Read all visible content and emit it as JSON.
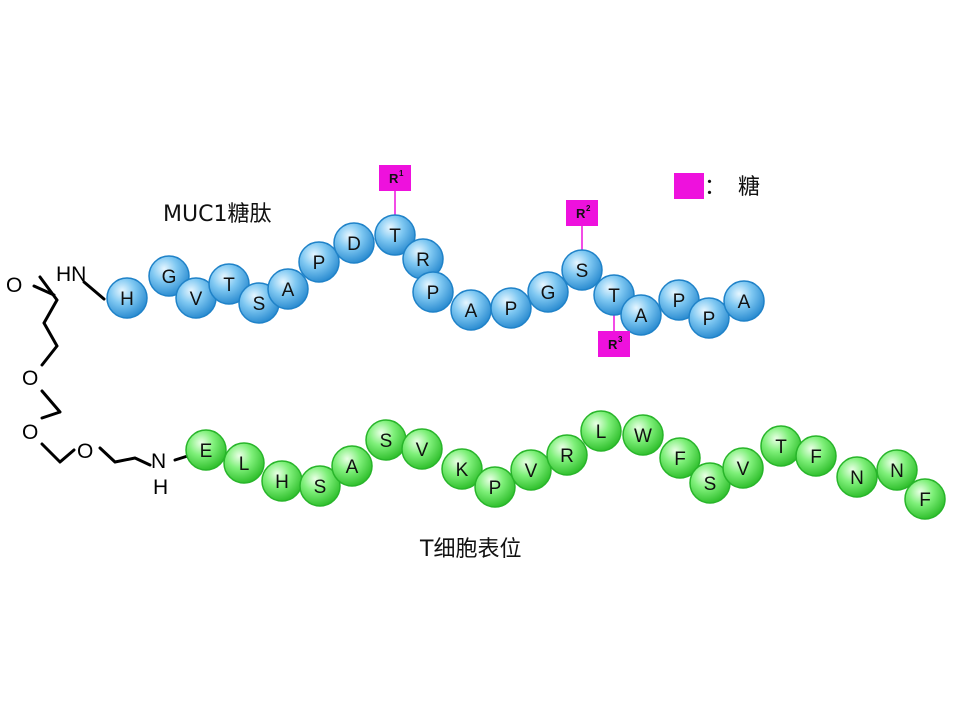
{
  "labels": {
    "muc1": "MUC1糖肽",
    "tcell": "T细胞表位",
    "legend_colon": "：",
    "legend_text": "糖"
  },
  "linker": {
    "o1": "O",
    "hn": "HN",
    "o2": "O",
    "o3": "O",
    "o4": "O",
    "n": "N",
    "h": "H"
  },
  "muc1_residues": [
    "H",
    "G",
    "V",
    "T",
    "S",
    "A",
    "P",
    "D",
    "T",
    "R",
    "P",
    "A",
    "P",
    "G",
    "S",
    "T",
    "A",
    "P",
    "P",
    "A"
  ],
  "tcell_residues": [
    "E",
    "L",
    "H",
    "S",
    "A",
    "S",
    "V",
    "K",
    "P",
    "V",
    "R",
    "L",
    "W",
    "F",
    "S",
    "V",
    "T",
    "F",
    "N",
    "N",
    "F"
  ],
  "sugars": [
    {
      "label": "R",
      "sup": "1",
      "residue_index": 8,
      "direction": "up"
    },
    {
      "label": "R",
      "sup": "2",
      "residue_index": 14,
      "direction": "up"
    },
    {
      "label": "R",
      "sup": "3",
      "residue_index": 15,
      "direction": "down"
    }
  ],
  "colors": {
    "muc1_fill": "#5ab4ea",
    "muc1_dark": "#1f82c8",
    "tcell_fill": "#6fe36a",
    "tcell_dark": "#28b52a",
    "sugar": "#ee11dd"
  }
}
